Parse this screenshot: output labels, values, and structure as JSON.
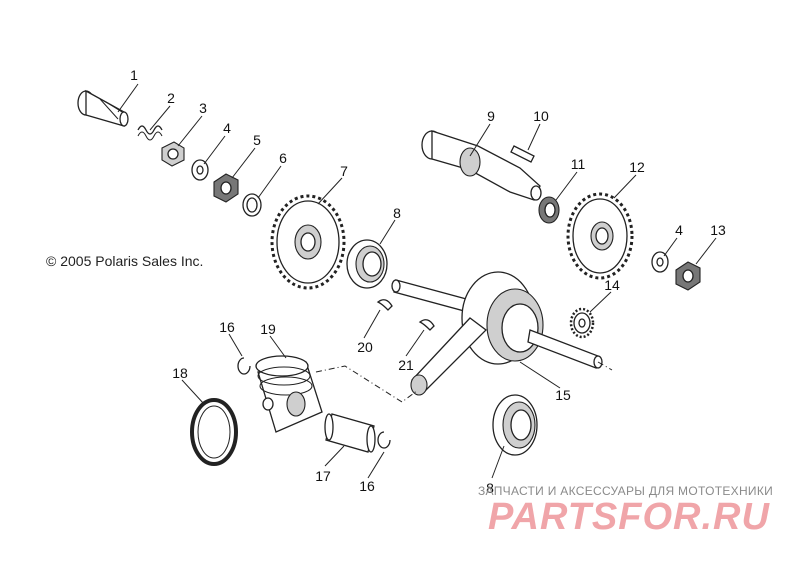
{
  "copyright": "© 2005 Polaris Sales Inc.",
  "watermark": {
    "tagline": "ЗАПЧАСТИ И АКСЕССУАРЫ ДЛЯ МОТОТЕХНИКИ",
    "logo": "PARTSFOR.RU",
    "color": "#f0a5a9"
  },
  "callouts": [
    "1",
    "2",
    "3",
    "4",
    "5",
    "6",
    "7",
    "8",
    "9",
    "10",
    "11",
    "12",
    "4",
    "13",
    "14",
    "15",
    "8",
    "16",
    "19",
    "18",
    "20",
    "21",
    "17",
    "16"
  ],
  "colors": {
    "line": "#222222",
    "shade": "#cfcfcf",
    "background": "#ffffff"
  }
}
